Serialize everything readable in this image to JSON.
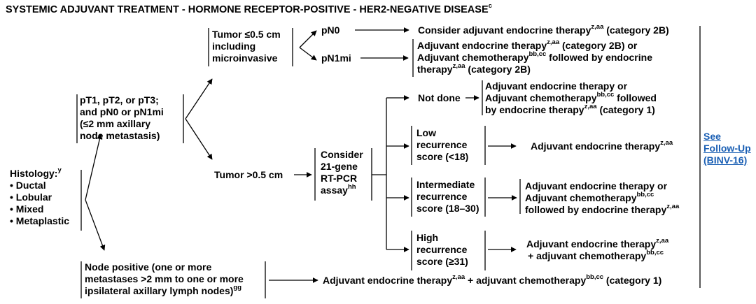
{
  "title": "SYSTEMIC ADJUVANT TREATMENT - HORMONE RECEPTOR-POSITIVE - HER2-NEGATIVE DISEASE",
  "title_sup": "c",
  "histology": {
    "label": "Histology:",
    "label_sup": "y",
    "items": [
      "• Ductal",
      "• Lobular",
      "• Mixed",
      "• Metaplastic"
    ]
  },
  "pt_box": [
    "pT1, pT2, or pT3;",
    "and pN0 or pN1mi",
    "(≤2 mm axillary",
    "node metastasis)"
  ],
  "node_pos": {
    "lines": [
      "Node positive (one or more",
      "metastases >2 mm to one or more",
      "ipsilateral axillary lymph nodes)"
    ],
    "sup": "gg"
  },
  "small_tumor": [
    "Tumor ≤0.5 cm",
    "including",
    "microinvasive"
  ],
  "pn0": "pN0",
  "pn1mi": "pN1mi",
  "large_tumor": "Tumor >0.5 cm",
  "consider": [
    "Consider",
    "21-gene",
    "RT-PCR",
    "assay"
  ],
  "consider_sup": "hh",
  "not_done": "Not done",
  "low": [
    "Low",
    "recurrence",
    "score (<18)"
  ],
  "intermediate": [
    "Intermediate",
    "recurrence",
    "score (18–30)"
  ],
  "high": [
    "High",
    "recurrence",
    "score (≥31)"
  ],
  "sup": {
    "zaa": "z,aa",
    "bbcc": "bb,cc"
  },
  "out_pn0": {
    "a": "Consider adjuvant endocrine therapy",
    "b": " (category 2B)"
  },
  "out_pn1mi": {
    "l1a": "Adjuvant endocrine therapy",
    "l1b": " (category 2B) or",
    "l2a": "Adjuvant chemotherapy",
    "l2b": " followed by endocrine",
    "l3a": "therapy",
    "l3b": " (category 2B)"
  },
  "out_notdone": {
    "l1": "Adjuvant endocrine therapy or",
    "l2a": "Adjuvant chemotherapy",
    "l2b": "  followed",
    "l3a": "by endocrine therapy",
    "l3b": " (category 1)"
  },
  "out_low": "Adjuvant endocrine therapy",
  "out_inter": {
    "l1": "Adjuvant endocrine therapy or",
    "l2": "Adjuvant chemotherapy",
    "l3": "followed by endocrine therapy"
  },
  "out_high": {
    "l1": "Adjuvant endocrine therapy",
    "l2": "+ adjuvant chemotherapy"
  },
  "out_node": {
    "a": "Adjuvant endocrine therapy",
    "b": " + adjuvant chemotherapy",
    "c": " (category 1)"
  },
  "followup": [
    "See",
    "Follow-Up",
    "(BINV-16)"
  ]
}
